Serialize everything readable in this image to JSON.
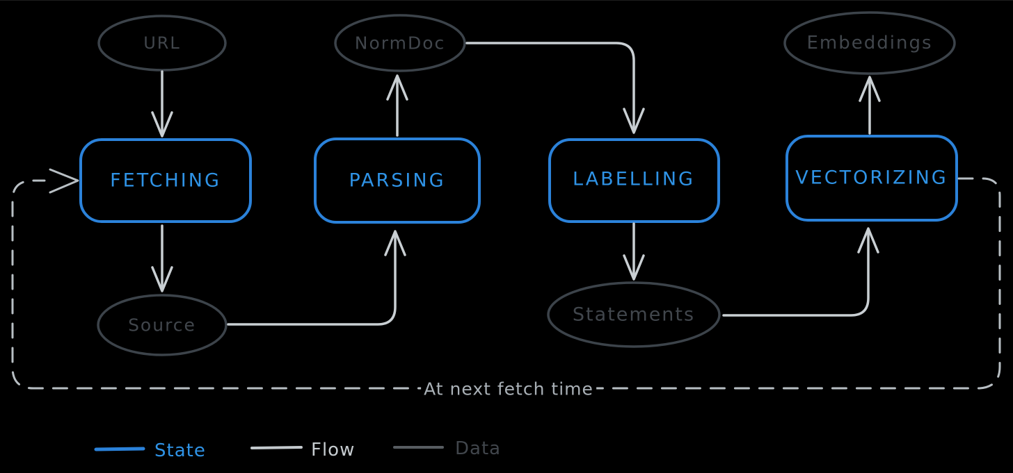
{
  "colors": {
    "background": "#000000",
    "state_blue": "#2b82da",
    "state_text_blue": "#2f93e6",
    "flow_gray": "#c9cfd3",
    "data_gray": "#3c434a",
    "data_text_gray": "#41464c",
    "data_legend_line": "#575c61",
    "loop_gray": "#b8bfc4",
    "loop_label_gray": "#a9b0b6"
  },
  "diagram": {
    "state_nodes": [
      {
        "id": "fetching",
        "label": "FETCHING"
      },
      {
        "id": "parsing",
        "label": "PARSING"
      },
      {
        "id": "labelling",
        "label": "LABELLING"
      },
      {
        "id": "vectorizing",
        "label": "VECTORIZING"
      }
    ],
    "data_nodes": [
      {
        "id": "url",
        "label": "URL"
      },
      {
        "id": "normdoc",
        "label": "NormDoc"
      },
      {
        "id": "embeddings",
        "label": "Embeddings"
      },
      {
        "id": "source",
        "label": "Source"
      },
      {
        "id": "statements",
        "label": "Statements"
      }
    ],
    "loop_label": "At next fetch time",
    "flow_edges": [
      "URL to FETCHING",
      "FETCHING to Source",
      "Source to PARSING",
      "PARSING to NormDoc",
      "NormDoc to LABELLING",
      "LABELLING to Statements",
      "Statements to VECTORIZING",
      "VECTORIZING to Embeddings"
    ]
  },
  "legend": {
    "items": [
      {
        "label": "State"
      },
      {
        "label": "Flow"
      },
      {
        "label": "Data"
      }
    ]
  }
}
